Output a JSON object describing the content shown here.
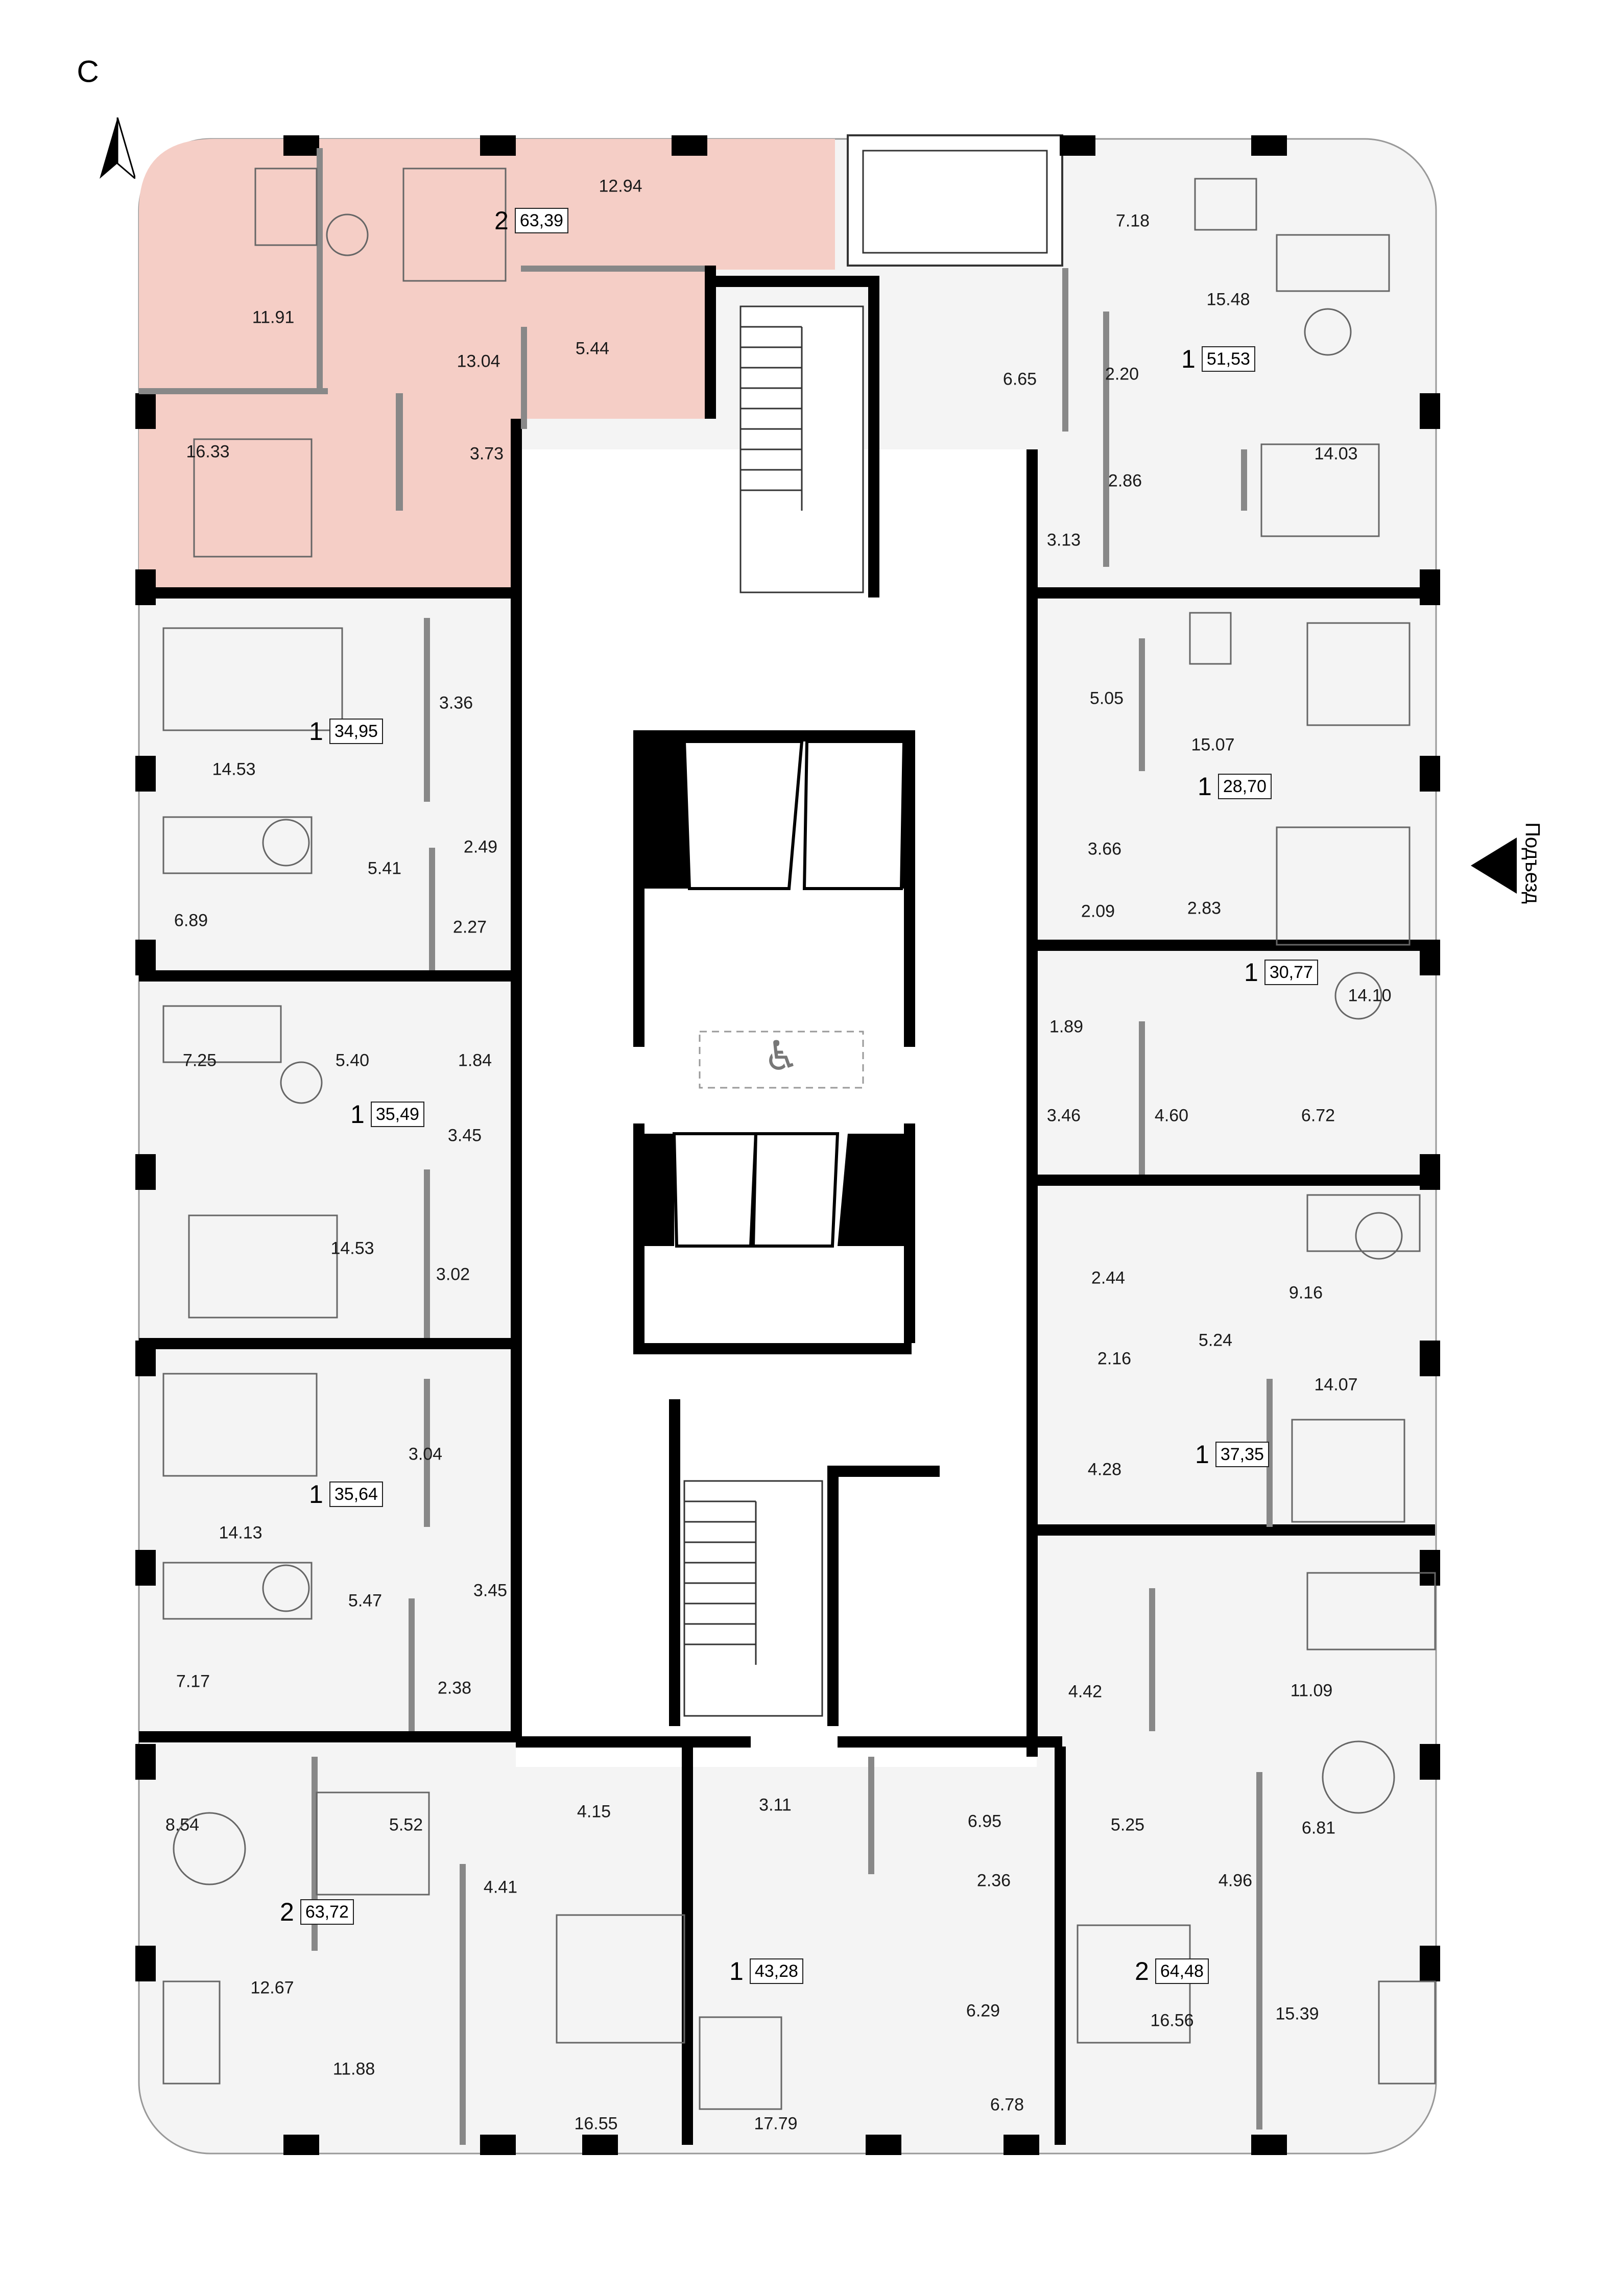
{
  "compass": {
    "north_label": "С"
  },
  "entrance": {
    "label": "Подъезд"
  },
  "apartments": [
    {
      "id": "a1",
      "rooms": "2",
      "area": "63,39",
      "highlighted": true
    },
    {
      "id": "a2",
      "rooms": "1",
      "area": "51,53"
    },
    {
      "id": "a3",
      "rooms": "1",
      "area": "34,95"
    },
    {
      "id": "a4",
      "rooms": "1",
      "area": "28,70"
    },
    {
      "id": "a5",
      "rooms": "1",
      "area": "30,77"
    },
    {
      "id": "a6",
      "rooms": "1",
      "area": "35,49"
    },
    {
      "id": "a7",
      "rooms": "1",
      "area": "37,35"
    },
    {
      "id": "a8",
      "rooms": "1",
      "area": "35,64"
    },
    {
      "id": "a9",
      "rooms": "2",
      "area": "63,72"
    },
    {
      "id": "a10",
      "rooms": "1",
      "area": "43,28"
    },
    {
      "id": "a11",
      "rooms": "2",
      "area": "64,48"
    }
  ],
  "room_areas": [
    "12.94",
    "11.91",
    "13.04",
    "5.44",
    "16.33",
    "3.73",
    "7.18",
    "15.48",
    "6.65",
    "2.20",
    "2.86",
    "14.03",
    "3.13",
    "3.36",
    "14.53",
    "2.49",
    "5.41",
    "6.89",
    "2.27",
    "5.05",
    "15.07",
    "3.66",
    "2.09",
    "2.83",
    "14.10",
    "1.89",
    "7.25",
    "5.40",
    "1.84",
    "3.46",
    "4.60",
    "6.72",
    "3.45",
    "14.53",
    "3.02",
    "2.44",
    "9.16",
    "5.24",
    "2.16",
    "14.07",
    "4.28",
    "3.04",
    "14.13",
    "5.47",
    "3.45",
    "7.17",
    "2.38",
    "4.42",
    "11.09",
    "8.54",
    "5.52",
    "4.15",
    "3.11",
    "6.95",
    "5.25",
    "6.81",
    "4.41",
    "2.36",
    "4.96",
    "12.67",
    "6.29",
    "16.56",
    "15.39",
    "11.88",
    "6.78",
    "16.55",
    "17.79"
  ],
  "colors": {
    "highlight": "#f5cec6",
    "unit_fill": "#f4f4f4",
    "wall": "#000000",
    "core": "#ffffff"
  }
}
